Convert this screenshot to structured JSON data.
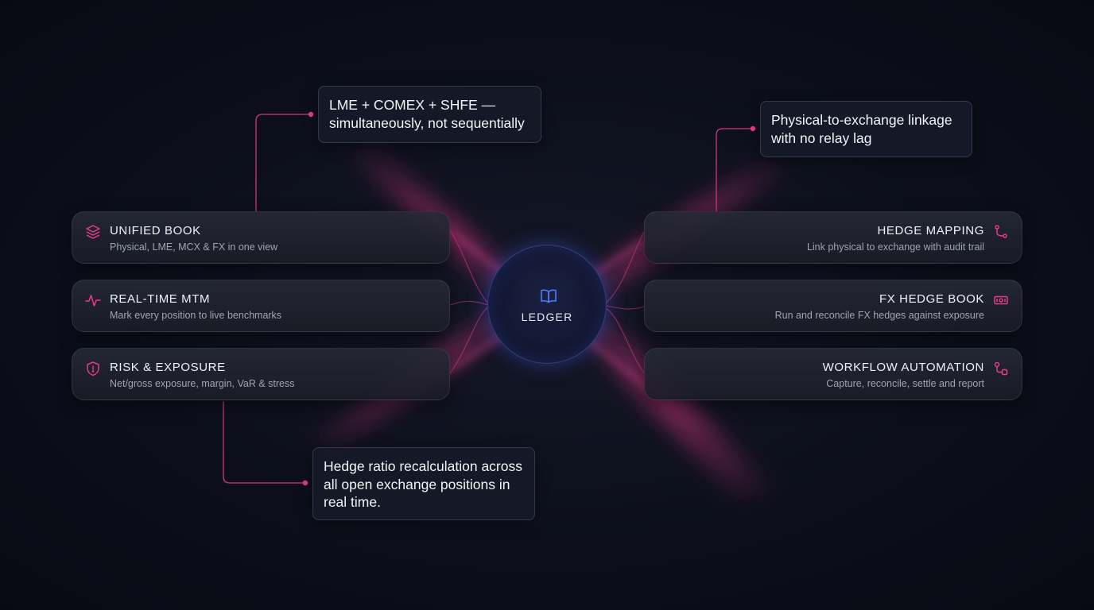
{
  "hub": {
    "label": "LEDGER",
    "icon": "book-icon"
  },
  "left_cards": [
    {
      "title": "UNIFIED BOOK",
      "subtitle": "Physical, LME, MCX & FX in one view",
      "icon": "layers-icon"
    },
    {
      "title": "REAL-TIME MTM",
      "subtitle": "Mark every position to live benchmarks",
      "icon": "pulse-icon"
    },
    {
      "title": "RISK & EXPOSURE",
      "subtitle": "Net/gross exposure, margin, VaR & stress",
      "icon": "shield-icon"
    }
  ],
  "right_cards": [
    {
      "title": "HEDGE MAPPING",
      "subtitle": "Link physical to exchange with audit trail",
      "icon": "route-icon"
    },
    {
      "title": "FX HEDGE BOOK",
      "subtitle": "Run and reconcile FX hedges against exposure",
      "icon": "banknote-icon"
    },
    {
      "title": "WORKFLOW AUTOMATION",
      "subtitle": "Capture, reconcile, settle and report",
      "icon": "workflow-icon"
    }
  ],
  "callouts": {
    "top_left": "LME + COMEX + SHFE — simultaneously, not sequentially",
    "top_right": "Physical-to-exchange linkage with no relay lag",
    "bottom_left": "Hedge ratio recalculation across all open exchange positions in real time."
  },
  "colors": {
    "accent": "#e83a8c",
    "hub_ring": "#3c5ae0",
    "hub_icon": "#4f7cff",
    "background": "#0c0f1b"
  }
}
